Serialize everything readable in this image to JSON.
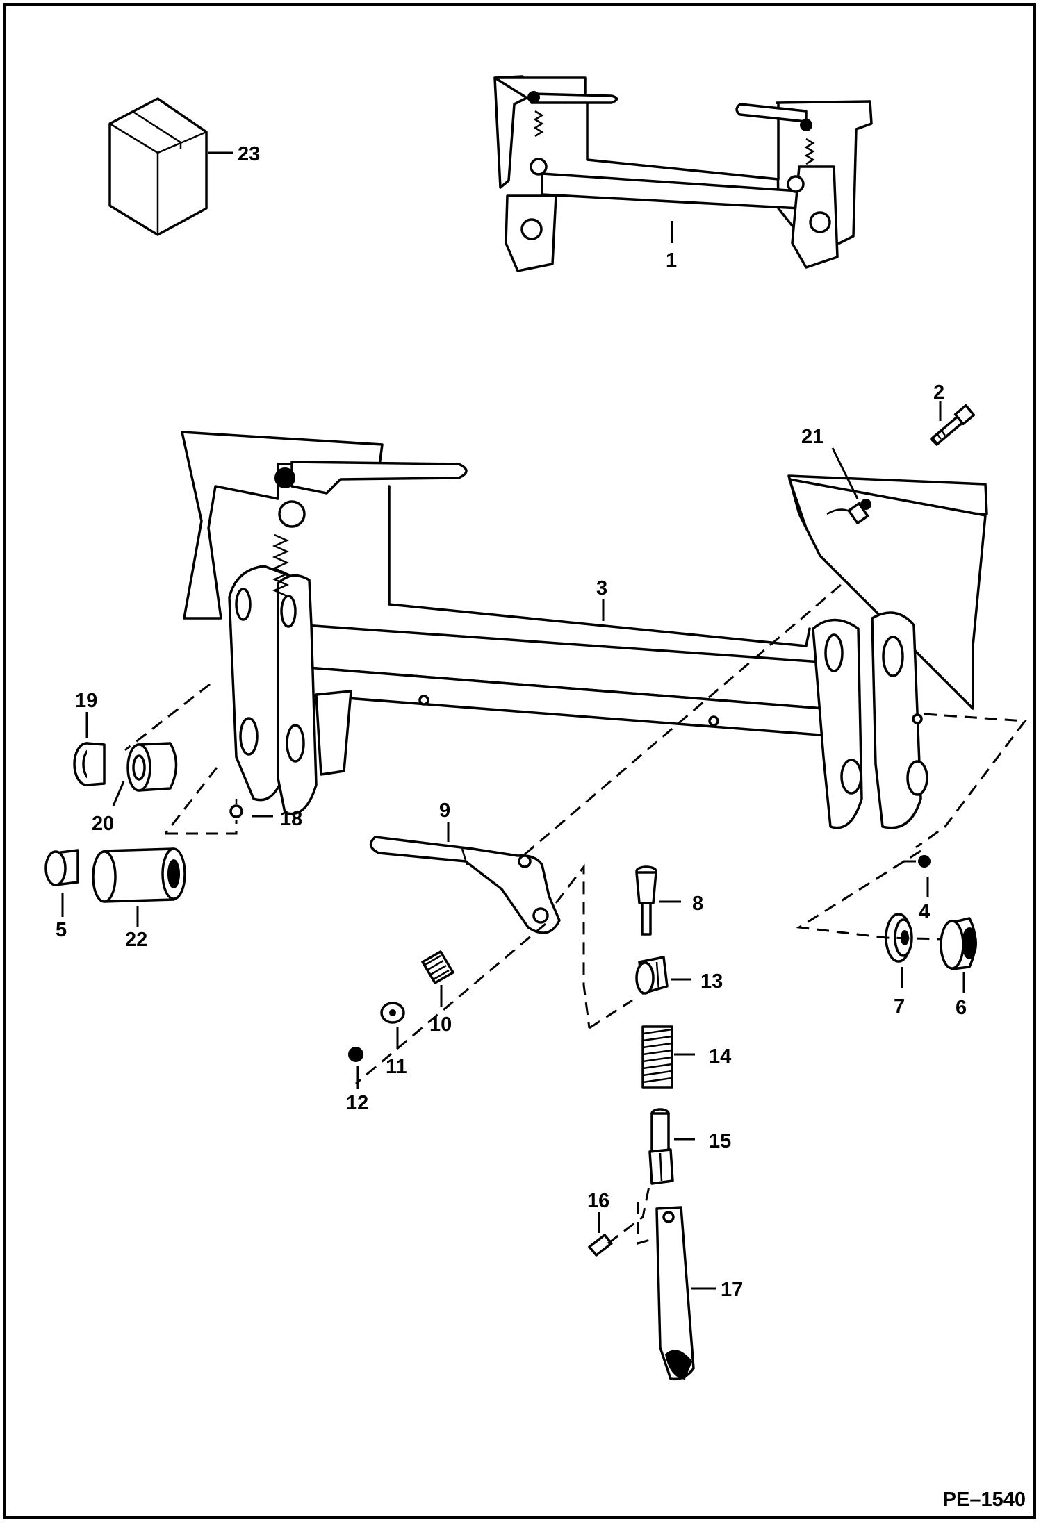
{
  "drawing": {
    "code": "PE–1540",
    "callouts": {
      "c1": "1",
      "c2": "2",
      "c3": "3",
      "c4": "4",
      "c5": "5",
      "c6": "6",
      "c7": "7",
      "c8": "8",
      "c9": "9",
      "c10": "10",
      "c11": "11",
      "c12": "12",
      "c13": "13",
      "c14": "14",
      "c15": "15",
      "c16": "16",
      "c17": "17",
      "c18": "18",
      "c19": "19",
      "c20": "20",
      "c21": "21",
      "c22": "22",
      "c23": "23"
    }
  },
  "colors": {
    "line": "#000000",
    "background": "#ffffff"
  }
}
